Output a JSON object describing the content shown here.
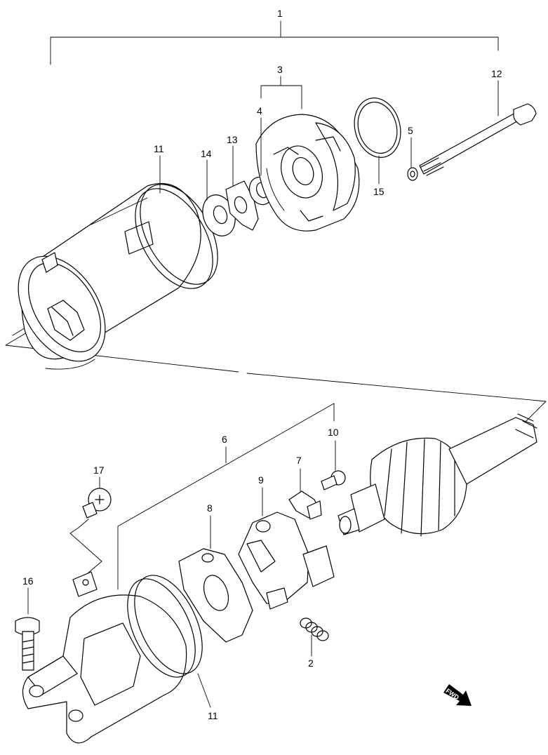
{
  "callouts": [
    {
      "id": "c1",
      "label": "1"
    },
    {
      "id": "c3",
      "label": "3"
    },
    {
      "id": "c4",
      "label": "4"
    },
    {
      "id": "c5",
      "label": "5"
    },
    {
      "id": "c11a",
      "label": "11"
    },
    {
      "id": "c12",
      "label": "12"
    },
    {
      "id": "c13",
      "label": "13"
    },
    {
      "id": "c14",
      "label": "14"
    },
    {
      "id": "c15",
      "label": "15"
    },
    {
      "id": "c6",
      "label": "6"
    },
    {
      "id": "c10",
      "label": "10"
    },
    {
      "id": "c7",
      "label": "7"
    },
    {
      "id": "c9",
      "label": "9"
    },
    {
      "id": "c8",
      "label": "8"
    },
    {
      "id": "c17",
      "label": "17"
    },
    {
      "id": "c16",
      "label": "16"
    },
    {
      "id": "c2",
      "label": "2"
    },
    {
      "id": "c11b",
      "label": "11"
    }
  ],
  "fwd_badge": {
    "text": "FWD",
    "icon": "forward-arrow-icon"
  }
}
